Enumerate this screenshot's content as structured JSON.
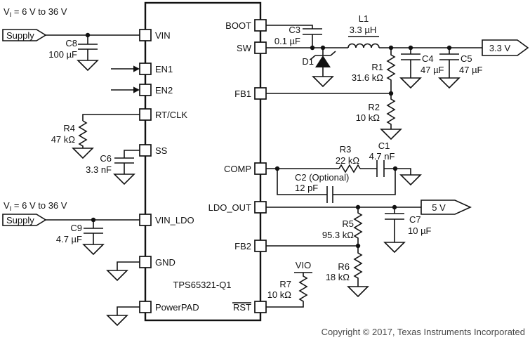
{
  "notes": {
    "input_range": {
      "v": "V",
      "sub": "I",
      "rest": " = 6 V to 36 V"
    }
  },
  "tags": {
    "supply": "Supply",
    "buck_out": "3.3 V",
    "ldo_out": "5 V"
  },
  "chip": {
    "name": "TPS65321-Q1",
    "pins_left": [
      "VIN",
      "EN1",
      "EN2",
      "RT/CLK",
      "SS",
      "VIN_LDO",
      "GND",
      "PowerPAD"
    ],
    "pins_right": [
      "BOOT",
      "SW",
      "FB1",
      "COMP",
      "LDO_OUT",
      "FB2",
      "RST"
    ]
  },
  "components": {
    "c8": {
      "ref": "C8",
      "value": "100 µF"
    },
    "c9": {
      "ref": "C9",
      "value": "4.7 µF"
    },
    "r4": {
      "ref": "R4",
      "value": "47 kΩ"
    },
    "c6": {
      "ref": "C6",
      "value": "3.3 nF"
    },
    "c3": {
      "ref": "C3",
      "value": "0.1 µF"
    },
    "d1": {
      "ref": "D1"
    },
    "l1": {
      "ref": "L1",
      "value": "3.3 µH"
    },
    "r1": {
      "ref": "R1",
      "value": "31.6 kΩ"
    },
    "r2": {
      "ref": "R2",
      "value": "10 kΩ"
    },
    "c4": {
      "ref": "C4",
      "value": "47 µF"
    },
    "c5": {
      "ref": "C5",
      "value": "47 µF"
    },
    "r3": {
      "ref": "R3",
      "value": "22 kΩ"
    },
    "c1": {
      "ref": "C1",
      "value": "4.7 nF"
    },
    "c2": {
      "ref": "C2 (Optional)",
      "value": "12 pF"
    },
    "r5": {
      "ref": "R5",
      "value": "95.3 kΩ"
    },
    "r6": {
      "ref": "R6",
      "value": "18 kΩ"
    },
    "c7": {
      "ref": "C7",
      "value": "10 µF"
    },
    "r7": {
      "ref": "R7",
      "value": "10 kΩ"
    },
    "vio": {
      "ref": "VIO"
    }
  },
  "footer": {
    "copyright": "Copyright © 2017, Texas Instruments Incorporated"
  }
}
